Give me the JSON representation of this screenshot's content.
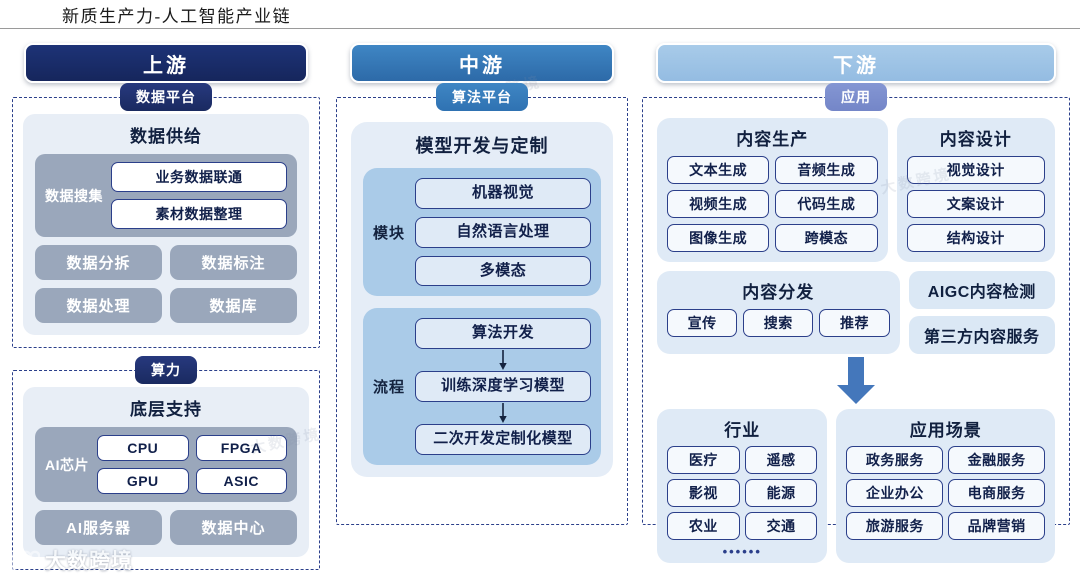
{
  "page": {
    "title": "新质生产力-人工智能产业链",
    "watermark_text": "大数跨境",
    "watermark_ghost": "大数跨境"
  },
  "colors": {
    "upstream_header": "#1d3377",
    "midstream_header": "#3f86c4",
    "downstream_header": "#a8cbe9",
    "badge_navy": "#27397e",
    "badge_blue": "#3f86c4",
    "badge_periwinkle": "#8496d3",
    "gray_block": "#9aa7bb",
    "panel_light": "#e8eef6",
    "chip_border": "#2b3f8a",
    "arrow_blue": "#4477bb"
  },
  "upstream": {
    "header": "上游",
    "groups": [
      {
        "badge": "数据平台",
        "panel_title": "数据供给",
        "sub": {
          "label": "数据搜集",
          "items": [
            "业务数据联通",
            "素材数据整理"
          ]
        },
        "chips": [
          "数据分拆",
          "数据标注",
          "数据处理",
          "数据库"
        ]
      },
      {
        "badge": "算力",
        "panel_title": "底层支持",
        "sub": {
          "label": "AI芯片",
          "items": [
            "CPU",
            "FPGA",
            "GPU",
            "ASIC"
          ]
        },
        "chips": [
          "AI服务器",
          "数据中心"
        ]
      }
    ]
  },
  "midstream": {
    "header": "中游",
    "group": {
      "badge": "算法平台",
      "panel_title": "模型开发与定制",
      "modules": {
        "label": "模块",
        "items": [
          "机器视觉",
          "自然语言处理",
          "多模态"
        ]
      },
      "process": {
        "label": "流程",
        "items": [
          "算法开发",
          "训练深度学习模型",
          "二次开发定制化模型"
        ]
      }
    }
  },
  "downstream": {
    "header": "下游",
    "group": {
      "badge": "应用"
    },
    "content_production": {
      "title": "内容生产",
      "items": [
        "文本生成",
        "音频生成",
        "视频生成",
        "代码生成",
        "图像生成",
        "跨模态"
      ]
    },
    "content_design": {
      "title": "内容设计",
      "items": [
        "视觉设计",
        "文案设计",
        "结构设计"
      ]
    },
    "content_distribution": {
      "title": "内容分发",
      "items": [
        "宣传",
        "搜索",
        "推荐"
      ]
    },
    "services": [
      "AIGC内容检测",
      "第三方内容服务"
    ],
    "industry": {
      "title": "行业",
      "items": [
        "医疗",
        "遥感",
        "影视",
        "能源",
        "农业",
        "交通"
      ],
      "ellipsis": "••••••"
    },
    "scenarios": {
      "title": "应用场景",
      "items": [
        "政务服务",
        "金融服务",
        "企业办公",
        "电商服务",
        "旅游服务",
        "品牌营销"
      ]
    }
  }
}
